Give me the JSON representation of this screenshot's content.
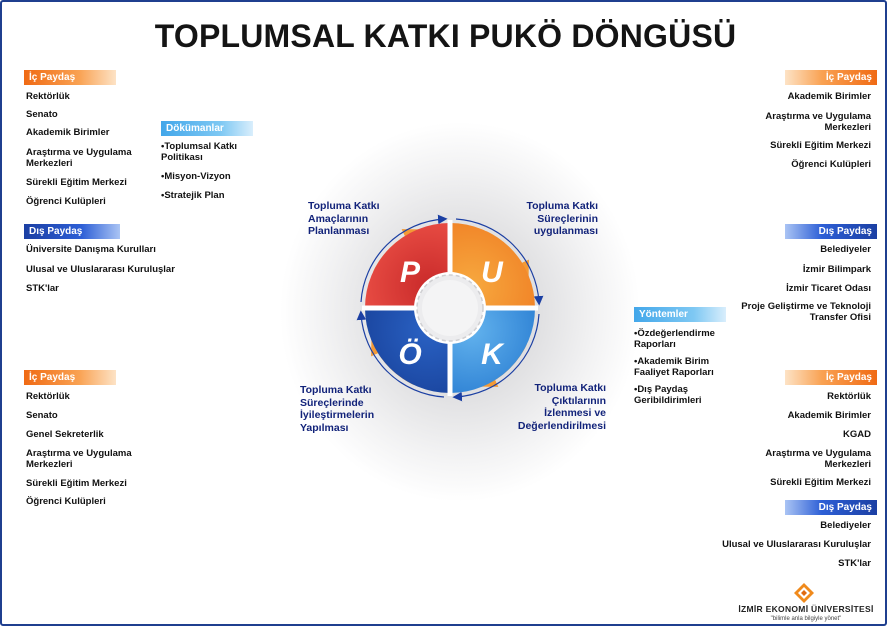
{
  "title": "TOPLUMSAL KATKI PUKÖ DÖNGÜSÜ",
  "left": {
    "ic1": {
      "header": "İç Paydaş",
      "items": [
        "Rektörlük",
        "Senato",
        "Akademik Birimler",
        "Araştırma ve Uygulama Merkezleri",
        "Sürekli Eğitim Merkezi",
        "Öğrenci Kulüpleri"
      ]
    },
    "dis": {
      "header": "Dış Paydaş",
      "items": [
        "Üniversite Danışma Kurulları",
        "Ulusal ve Uluslararası Kuruluşlar",
        "STK'lar"
      ]
    },
    "ic2": {
      "header": "İç Paydaş",
      "items": [
        "Rektörlük",
        "Senato",
        "Genel Sekreterlik",
        "Araştırma ve Uygulama Merkezleri",
        "Sürekli Eğitim Merkezi",
        "Öğrenci Kulüpleri"
      ]
    }
  },
  "dokumanlar": {
    "header": "Dökümanlar",
    "items": [
      "•Toplumsal Katkı Politikası",
      "•Misyon-Vizyon",
      "•Stratejik Plan"
    ]
  },
  "yontemler": {
    "header": "Yöntemler",
    "items": [
      "•Özdeğerlendirme Raporları",
      "•Akademik Birim Faaliyet Raporları",
      "•Dış Paydaş Geribildirimleri"
    ]
  },
  "right": {
    "ic1": {
      "header": "İç Paydaş",
      "items": [
        "Akademik Birimler",
        "Araştırma ve Uygulama Merkezleri",
        "Sürekli Eğitim Merkezi",
        "Öğrenci Kulüpleri"
      ]
    },
    "dis1": {
      "header": "Dış Paydaş",
      "items": [
        "Belediyeler",
        "İzmir Bilimpark",
        "İzmir Ticaret Odası",
        "Proje Geliştirme ve Teknoloji Transfer Ofisi"
      ]
    },
    "ic2": {
      "header": "İç Paydaş",
      "items": [
        "Rektörlük",
        "Akademik Birimler",
        "KGAD",
        "Araştırma ve Uygulama Merkezleri",
        "Sürekli Eğitim Merkezi"
      ]
    },
    "dis2": {
      "header": "Dış Paydaş",
      "items": [
        "Belediyeler",
        "Ulusal ve Uluslararası Kuruluşlar",
        "STK'lar"
      ]
    }
  },
  "cycle": {
    "letters": {
      "p": "P",
      "u": "U",
      "k": "K",
      "o": "Ö"
    },
    "colors": {
      "p": "#e8413a",
      "u": "#f59a2c",
      "k": "#2f86da",
      "o": "#1b4aa6",
      "arrow": "#f39a36"
    },
    "phases": {
      "plan": "Topluma Katkı Amaçlarının Planlanması",
      "do": "Topluma Katkı Süreçlerinin uygulanması",
      "check": "Topluma Katkı Çıktılarının İzlenmesi ve Değerlendirilmesi",
      "act": "Topluma Katkı Süreçlerinde İyileştirmelerin Yapılması"
    }
  },
  "logo": {
    "name": "İZMİR EKONOMİ ÜNİVERSİTESİ",
    "slogan": "\"bilimle anla bilgiyle yönet\""
  }
}
